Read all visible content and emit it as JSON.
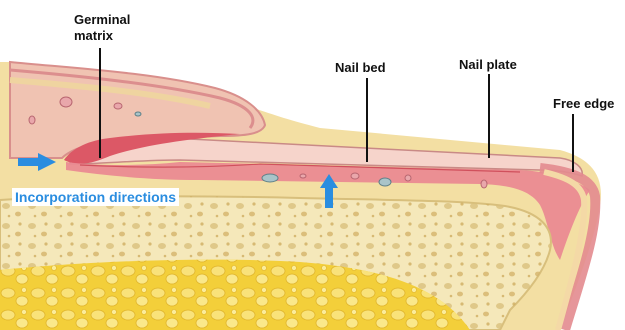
{
  "labels": {
    "germinal_line1": "Germinal",
    "germinal_line2": "matrix",
    "nail_bed": "Nail bed",
    "nail_plate": "Nail plate",
    "free_edge": "Free edge",
    "incorporation": "Incorporation directions"
  },
  "colors": {
    "skin_pink": "#e9a9a6",
    "dermis_tan": "#f2dc9e",
    "nail_plate": "#f7d3c9",
    "matrix_red": "#d94d5d",
    "bone_light": "#f3e6b7",
    "marrow_yellow": "#f4d23d",
    "arrow_blue": "#2a8de0",
    "leader_line": "#111111"
  }
}
